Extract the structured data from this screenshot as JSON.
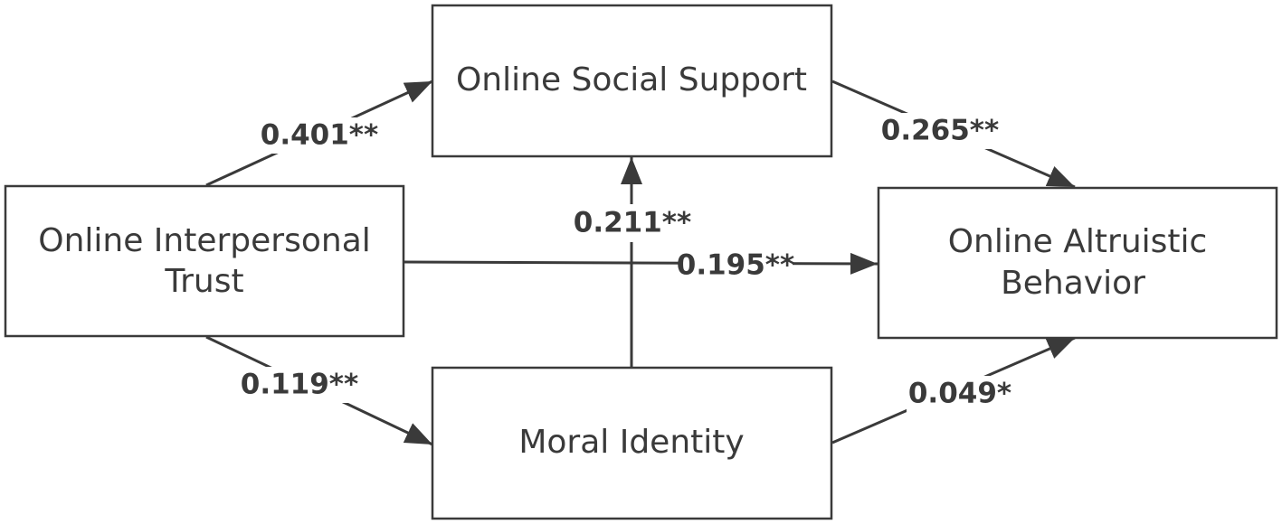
{
  "nodes": {
    "trust": {
      "lines": [
        "Online Interpersonal",
        "Trust"
      ]
    },
    "support": {
      "lines": [
        "Online Social Support"
      ]
    },
    "moral": {
      "lines": [
        "Moral Identity"
      ]
    },
    "altruism": {
      "lines": [
        "Online Altruistic",
        "Behavior"
      ]
    }
  },
  "edges": {
    "trust_support": "0.401**",
    "support_altruism": "0.265**",
    "moral_support": "0.211**",
    "trust_altruism": "0.195**",
    "trust_moral": "0.119**",
    "moral_altruism": "0.049*"
  }
}
